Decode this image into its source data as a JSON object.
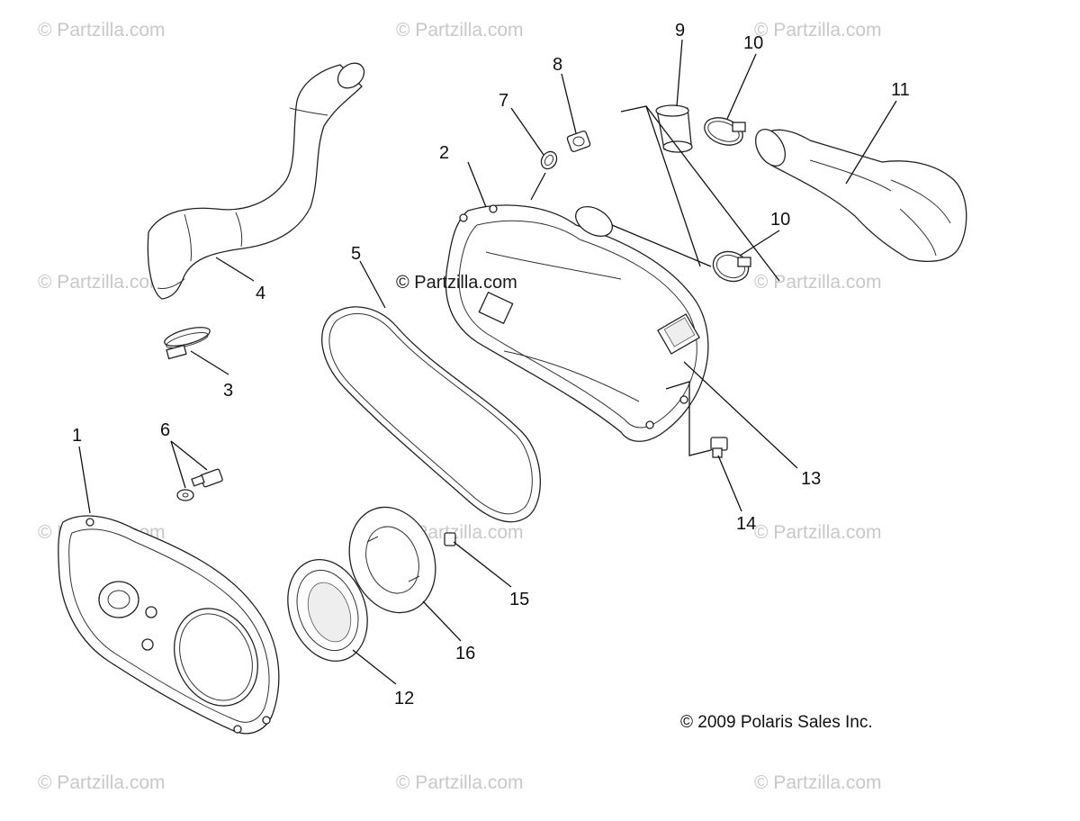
{
  "watermarks": {
    "text": "© Partzilla.com",
    "center": "© Partzilla.com"
  },
  "callouts": {
    "c1": "1",
    "c2": "2",
    "c3": "3",
    "c4": "4",
    "c5": "5",
    "c6": "6",
    "c7": "7",
    "c8": "8",
    "c9": "9",
    "c10a": "10",
    "c10b": "10",
    "c11": "11",
    "c12": "12",
    "c13": "13",
    "c14": "14",
    "c15": "15",
    "c16": "16"
  },
  "copyright": "© 2009 Polaris Sales Inc."
}
